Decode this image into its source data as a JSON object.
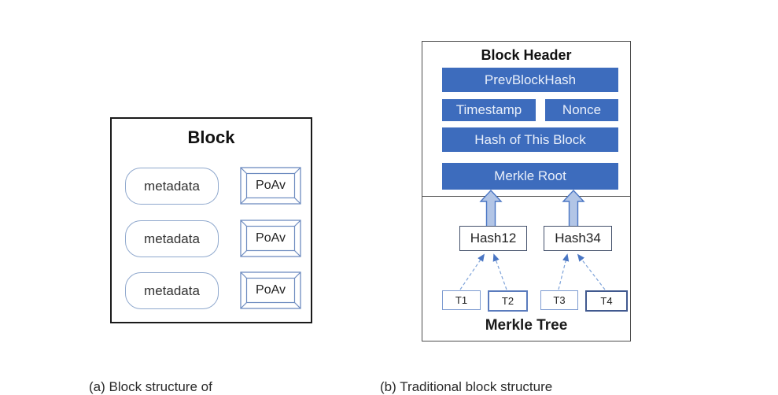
{
  "figure": {
    "left_block": {
      "title": "Block",
      "rows": [
        {
          "metadata": "metadata",
          "poav": "PoAv"
        },
        {
          "metadata": "metadata",
          "poav": "PoAv"
        },
        {
          "metadata": "metadata",
          "poav": "PoAv"
        }
      ]
    },
    "right_block": {
      "header_title": "Block Header",
      "bars": {
        "prev_block_hash": "PrevBlockHash",
        "timestamp": "Timestamp",
        "nonce": "Nonce",
        "hash_of_this_block": "Hash of This Block",
        "merkle_root": "Merkle Root"
      },
      "hash_nodes": [
        "Hash12",
        "Hash34"
      ],
      "leaf_nodes": [
        "T1",
        "T2",
        "T3",
        "T4"
      ],
      "tree_title": "Merkle Tree"
    },
    "caption": {
      "part_a": "(a) Block structure of",
      "part_b": "(b) Traditional block structure"
    },
    "colors": {
      "bar_blue": "#3d6cbd",
      "bar_text": "#e9effa",
      "arrow_fill": "#b2c5e6",
      "arrow_stroke": "#4a76c4",
      "dashed_line": "#7da2d9",
      "pill_border": "#8fa8cd",
      "key_border": "#6e8cc0",
      "panel_border": "#4d4d4d",
      "outer_border": "#1a1a1a"
    }
  }
}
